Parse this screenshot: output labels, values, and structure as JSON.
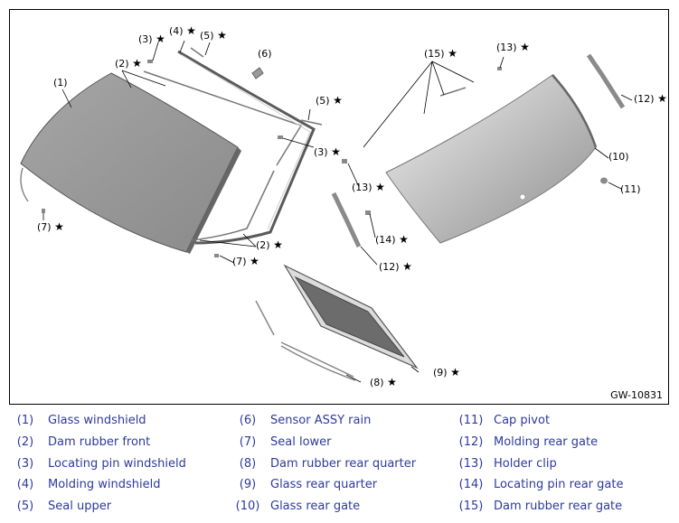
{
  "diagram": {
    "figure_id": "GW-10831",
    "callouts": [
      {
        "id": "c1",
        "text": "(1)",
        "star": ""
      },
      {
        "id": "c2a",
        "text": "(2)",
        "star": "★"
      },
      {
        "id": "c2b",
        "text": "(2)",
        "star": "★"
      },
      {
        "id": "c3a",
        "text": "(3)",
        "star": "★"
      },
      {
        "id": "c3b",
        "text": "(3)",
        "star": "★"
      },
      {
        "id": "c4",
        "text": "(4)",
        "star": "★"
      },
      {
        "id": "c5a",
        "text": "(5)",
        "star": "★"
      },
      {
        "id": "c5b",
        "text": "(5)",
        "star": "★"
      },
      {
        "id": "c6",
        "text": "(6)",
        "star": ""
      },
      {
        "id": "c7a",
        "text": "(7)",
        "star": "★"
      },
      {
        "id": "c7b",
        "text": "(7)",
        "star": "★"
      },
      {
        "id": "c8",
        "text": "(8)",
        "star": "★"
      },
      {
        "id": "c9",
        "text": "(9)",
        "star": "★"
      },
      {
        "id": "c10",
        "text": "(10)",
        "star": ""
      },
      {
        "id": "c11",
        "text": "(11)",
        "star": ""
      },
      {
        "id": "c12a",
        "text": "(12)",
        "star": "★"
      },
      {
        "id": "c12b",
        "text": "(12)",
        "star": "★"
      },
      {
        "id": "c13a",
        "text": "(13)",
        "star": "★"
      },
      {
        "id": "c13b",
        "text": "(13)",
        "star": "★"
      },
      {
        "id": "c14",
        "text": "(14)",
        "star": "★"
      },
      {
        "id": "c15",
        "text": "(15)",
        "star": "★"
      }
    ]
  },
  "legend": [
    {
      "num": "(1)",
      "name": "Glass windshield"
    },
    {
      "num": "(2)",
      "name": "Dam rubber front"
    },
    {
      "num": "(3)",
      "name": "Locating pin windshield"
    },
    {
      "num": "(4)",
      "name": "Molding windshield"
    },
    {
      "num": "(5)",
      "name": "Seal upper"
    },
    {
      "num": "(6)",
      "name": "Sensor ASSY rain"
    },
    {
      "num": "(7)",
      "name": "Seal lower"
    },
    {
      "num": "(8)",
      "name": "Dam rubber rear quarter"
    },
    {
      "num": "(9)",
      "name": "Glass rear quarter"
    },
    {
      "num": "(10)",
      "name": "Glass rear gate"
    },
    {
      "num": "(11)",
      "name": "Cap pivot"
    },
    {
      "num": "(12)",
      "name": "Molding rear gate"
    },
    {
      "num": "(13)",
      "name": "Holder clip"
    },
    {
      "num": "(14)",
      "name": "Locating pin rear gate"
    },
    {
      "num": "(15)",
      "name": "Dam rubber rear gate"
    }
  ],
  "colors": {
    "legend_text": "#2e3a9e",
    "glass": "#9a9a9a",
    "glass_dark": "#6c6c6c",
    "outline": "#000000"
  }
}
